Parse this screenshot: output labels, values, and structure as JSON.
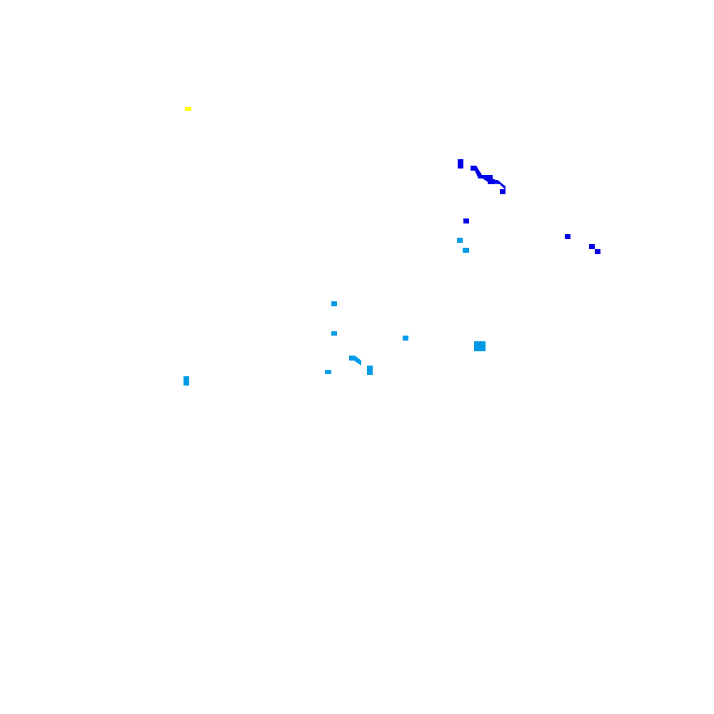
{
  "image": {
    "background_color": "#ffffff",
    "palette": {
      "yellow": "#ffff00",
      "blue": "#0000e6",
      "sky": "#0099e6"
    },
    "mark_groups": [
      {
        "name": "yellow-marks",
        "color": "yellow",
        "count": 1
      },
      {
        "name": "blue-marks",
        "color": "blue",
        "count": 7
      },
      {
        "name": "sky-marks",
        "color": "sky",
        "count": 10
      }
    ]
  }
}
